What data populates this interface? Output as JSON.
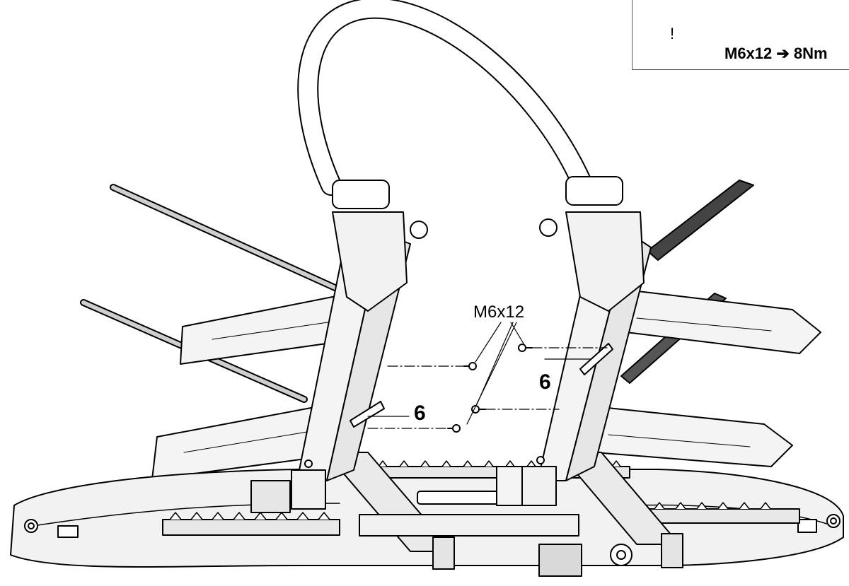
{
  "warning": {
    "icon": "warning-triangle-icon",
    "exclamation": "!",
    "torque_label": "M6x12 ➔ 8Nm"
  },
  "callouts": {
    "screw_label": "M6x12",
    "part_left": "6",
    "part_right": "6"
  },
  "colors": {
    "line": "#000000",
    "fill_light": "#f2f2f2",
    "fill_mid": "#e0e0e0"
  }
}
